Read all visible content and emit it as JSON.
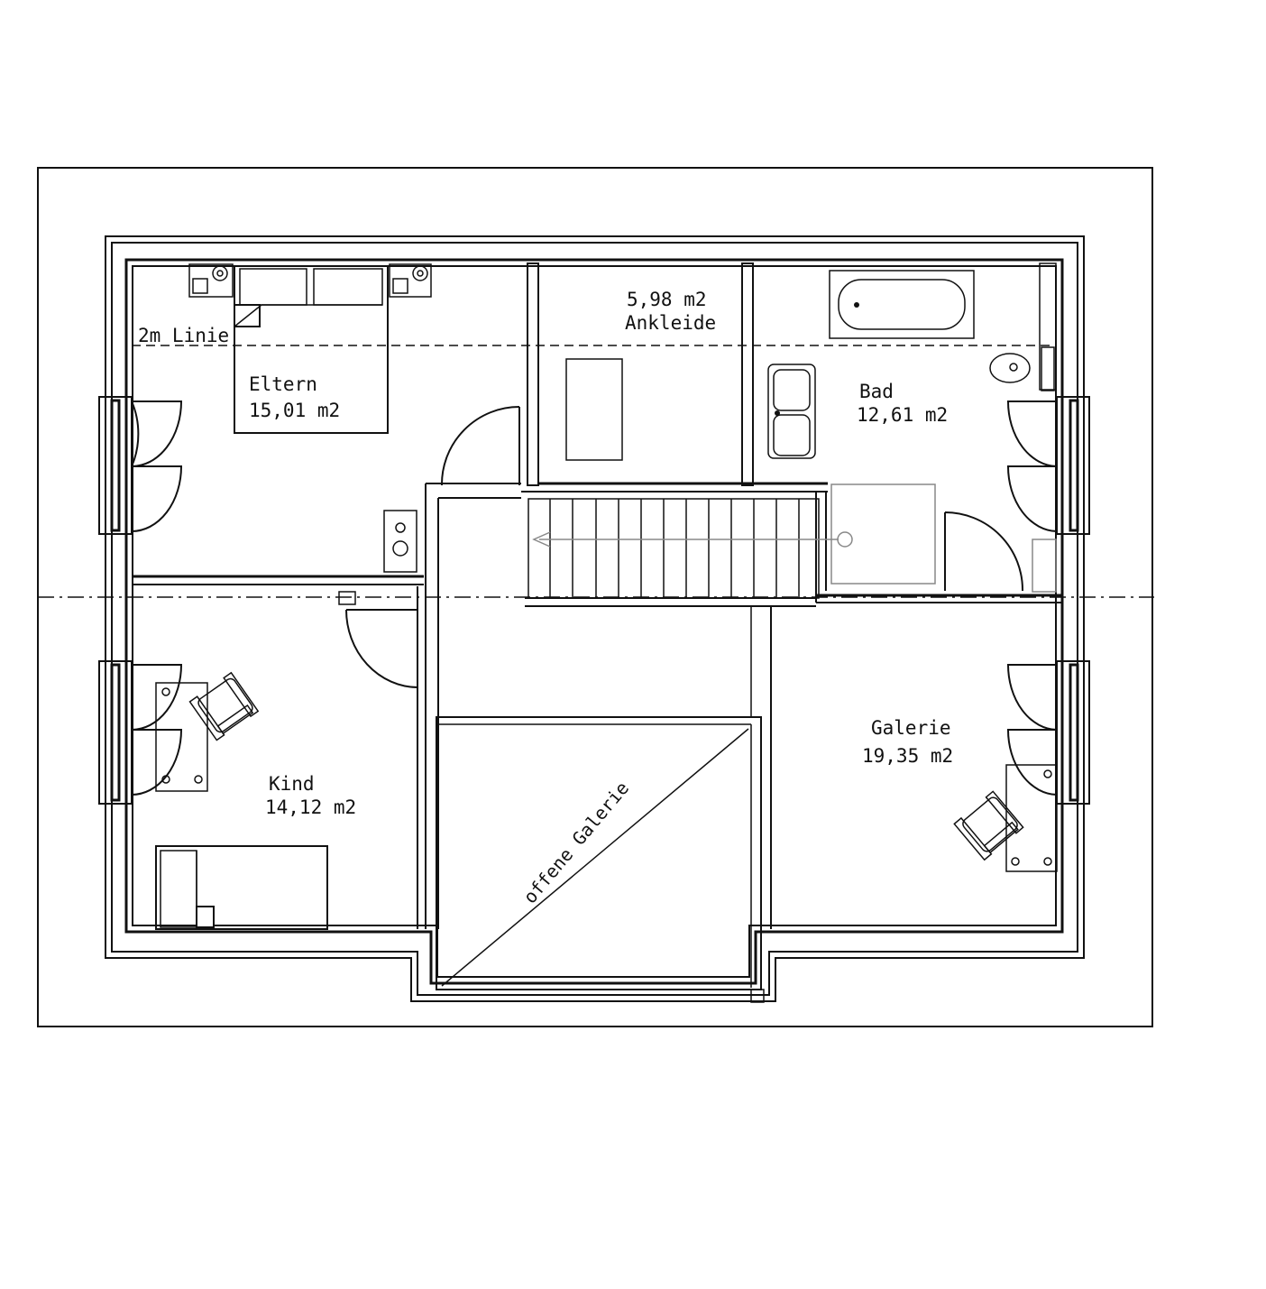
{
  "plan": {
    "rooms": [
      {
        "name": "Eltern",
        "area": "15,01 m2"
      },
      {
        "name": "Ankleide",
        "area": "5,98 m2"
      },
      {
        "name": "Bad",
        "area": "12,61 m2"
      },
      {
        "name": "Kind",
        "area": "14,12 m2"
      },
      {
        "name": "Galerie",
        "area": "19,35 m2"
      }
    ],
    "annotations": {
      "line_2m": "2m Linie",
      "open_gallery": "offene Galerie"
    }
  }
}
